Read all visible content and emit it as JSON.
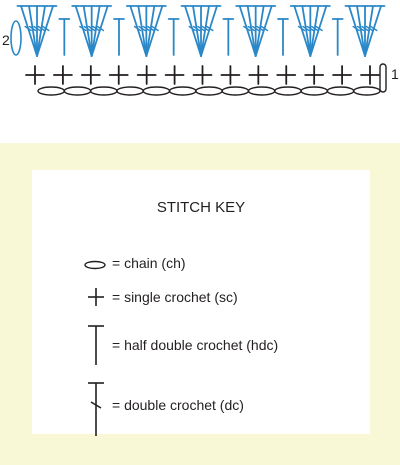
{
  "chart": {
    "row_labels": [
      "2",
      "1"
    ],
    "colors": {
      "row2": "#2a88c8",
      "row1": "#231f20"
    },
    "shells": 7,
    "single_crochets": 13,
    "chains": 13
  },
  "key": {
    "title": "STITCH KEY",
    "items": [
      {
        "icon": "chain-symbol",
        "text": "= chain (ch)"
      },
      {
        "icon": "single-crochet-symbol",
        "text": "= single crochet (sc)"
      },
      {
        "icon": "half-double-crochet-symbol",
        "text": "= half double crochet (hdc)"
      },
      {
        "icon": "double-crochet-symbol",
        "text": "= double crochet (dc)"
      }
    ],
    "colors": {
      "panel": "#f9f8d6",
      "box": "#ffffff",
      "ink": "#231f20"
    }
  }
}
